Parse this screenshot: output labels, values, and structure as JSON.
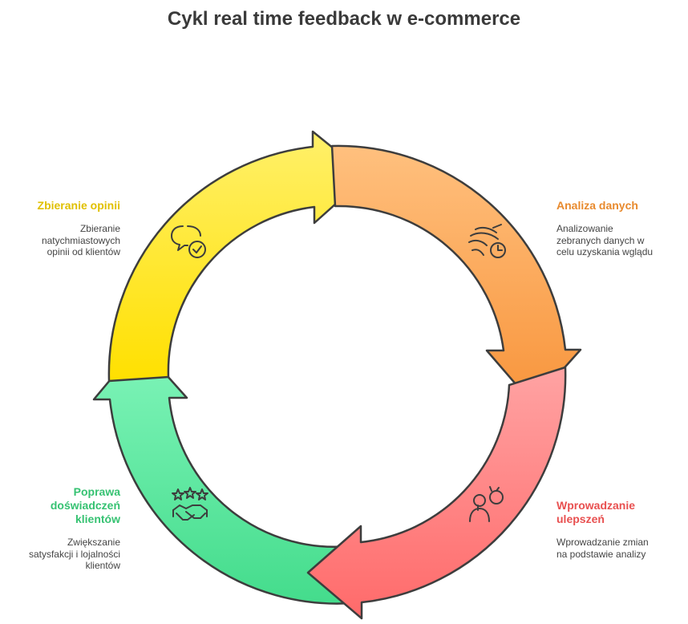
{
  "title": "Cykl real time feedback w e-commerce",
  "colors": {
    "yellow": "#FFE512",
    "orange": "#F7963F",
    "red": "#FF6B6B",
    "green": "#4BDC8F",
    "outline": "#3d3d3d"
  },
  "steps": [
    {
      "id": "collect",
      "title": "Zbieranie opinii",
      "color": "#E8C800",
      "description_lines": [
        "Zbieranie",
        "natychmiastowych",
        "opinii od klientów"
      ],
      "icon": "chat-check-icon"
    },
    {
      "id": "analysis",
      "title": "Analiza danych",
      "color": "#E88A2E",
      "description_lines": [
        "Analizowanie",
        "zebranych danych w",
        "celu uzyskania wglądu"
      ],
      "icon": "wind-clock-icon"
    },
    {
      "id": "improve",
      "title_lines": [
        "Wprowadzanie",
        "ulepszeń"
      ],
      "color": "#E85050",
      "description_lines": [
        "Wprowadzanie zmian",
        "na podstawie analizy"
      ],
      "icon": "person-refresh-icon"
    },
    {
      "id": "experience",
      "title_lines": [
        "Poprawa",
        "doświadczeń",
        "klientów"
      ],
      "color": "#36C272",
      "description_lines": [
        "Zwiększanie",
        "satysfakcji i lojalności",
        "klientów"
      ],
      "icon": "stars-handshake-icon"
    }
  ]
}
